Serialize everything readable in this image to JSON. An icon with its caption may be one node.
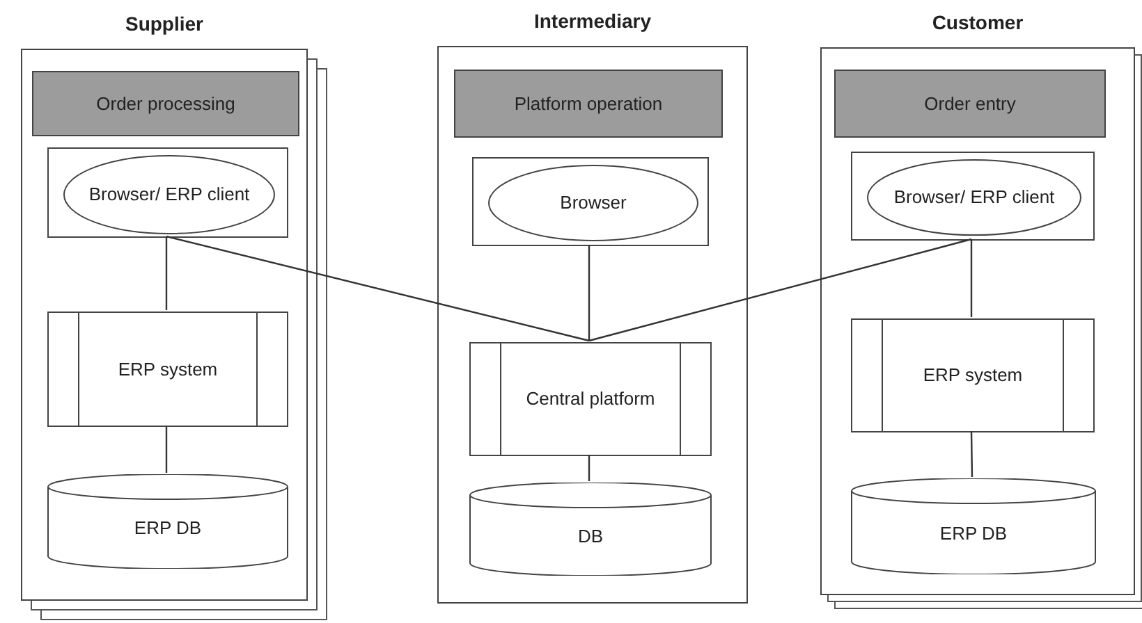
{
  "diagram": {
    "nodes": [
      {
        "text": [
          "Supplier"
        ]
      },
      {
        "text": [
          "Order processing"
        ],
        "in": 0
      },
      {
        "text": [],
        "shape": "box",
        "in": 0
      },
      {
        "text": [
          "Browser/ ERP client"
        ],
        "in": 2
      },
      {
        "text": [
          "ERP system"
        ],
        "in": 0
      },
      {
        "text": [
          "ERP DB"
        ],
        "in": 0
      },
      {
        "text": [
          "Intermediary"
        ]
      },
      {
        "text": [
          "Platform operation"
        ],
        "in": 6
      },
      {
        "text": [],
        "shape": "box",
        "in": 6
      },
      {
        "text": [
          "Browser"
        ],
        "in": 8
      },
      {
        "text": [
          "Central platform"
        ],
        "in": 6
      },
      {
        "text": [
          "DB"
        ],
        "in": 6
      },
      {
        "text": [
          "Customer"
        ]
      },
      {
        "text": [
          "Order entry"
        ],
        "in": 12
      },
      {
        "text": [],
        "shape": "box",
        "in": 12
      },
      {
        "text": [
          "Browser/ ERP client"
        ],
        "in": 14
      },
      {
        "text": [
          "ERP system"
        ],
        "in": 12
      },
      {
        "text": [
          "ERP DB"
        ],
        "in": 12
      }
    ],
    "edges": [
      {
        "from": 2,
        "to": 4,
        "arrow": "none"
      },
      {
        "from": 4,
        "to": 5,
        "arrow": "none"
      },
      {
        "from": 8,
        "to": 10,
        "arrow": "none"
      },
      {
        "from": 10,
        "to": 11,
        "arrow": "none"
      },
      {
        "from": 14,
        "to": 16,
        "arrow": "none"
      },
      {
        "from": 16,
        "to": 17,
        "arrow": "none"
      },
      {
        "from": 2,
        "to": 10,
        "arrow": "none"
      },
      {
        "from": 14,
        "to": 10,
        "arrow": "none"
      }
    ]
  }
}
